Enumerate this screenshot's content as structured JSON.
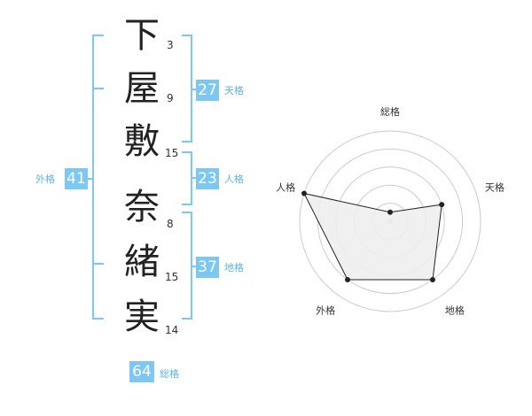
{
  "name": {
    "characters": [
      {
        "char": "下",
        "strokes": "3"
      },
      {
        "char": "屋",
        "strokes": "9"
      },
      {
        "char": "敷",
        "strokes": "15"
      },
      {
        "char": "奈",
        "strokes": "8"
      },
      {
        "char": "緒",
        "strokes": "15"
      },
      {
        "char": "実",
        "strokes": "14"
      }
    ]
  },
  "kakusu": {
    "tenkaku": {
      "value": "27",
      "label": "天格"
    },
    "jinkaku": {
      "value": "23",
      "label": "人格"
    },
    "chikaku": {
      "value": "37",
      "label": "地格"
    },
    "gaikaku": {
      "value": "41",
      "label": "外格"
    },
    "soukaku": {
      "value": "64",
      "label": "総格"
    }
  },
  "colors": {
    "bracket": "#7cc8f2",
    "badge": "#7cc8f2",
    "label": "#5bb6e8",
    "radar_fill": "#eeeeee",
    "radar_line": "#222222",
    "grid": "#cccccc"
  },
  "chart_data": {
    "type": "radar",
    "axes": [
      "総格",
      "天格",
      "地格",
      "外格",
      "人格"
    ],
    "levels": 5,
    "values": [
      0.1,
      0.6,
      0.8,
      0.8,
      1.0
    ]
  }
}
